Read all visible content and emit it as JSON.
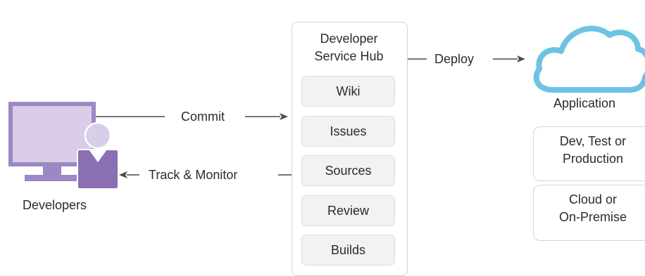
{
  "hub": {
    "title_line1": "Developer",
    "title_line2": "Service Hub",
    "items": [
      {
        "label": "Wiki"
      },
      {
        "label": "Issues"
      },
      {
        "label": "Sources"
      },
      {
        "label": "Review"
      },
      {
        "label": "Builds"
      }
    ]
  },
  "labels": {
    "developers": "Developers",
    "commit": "Commit",
    "track_monitor": "Track & Monitor",
    "deploy": "Deploy",
    "application": "Application"
  },
  "environments": {
    "box1_line1": "Dev, Test or",
    "box1_line2": "Production",
    "box2_line1": "Cloud or",
    "box2_line2": "On-Premise"
  },
  "colors": {
    "monitor": "#9d87c4",
    "screen": "#d9cde8",
    "person": "#8a6fb3",
    "cloud_fill": "#ffffff",
    "cloud_stroke": "#6ec3e3",
    "line": "#4a4a4a"
  },
  "icons": [
    "computer-icon",
    "person-icon",
    "cloud-icon"
  ]
}
